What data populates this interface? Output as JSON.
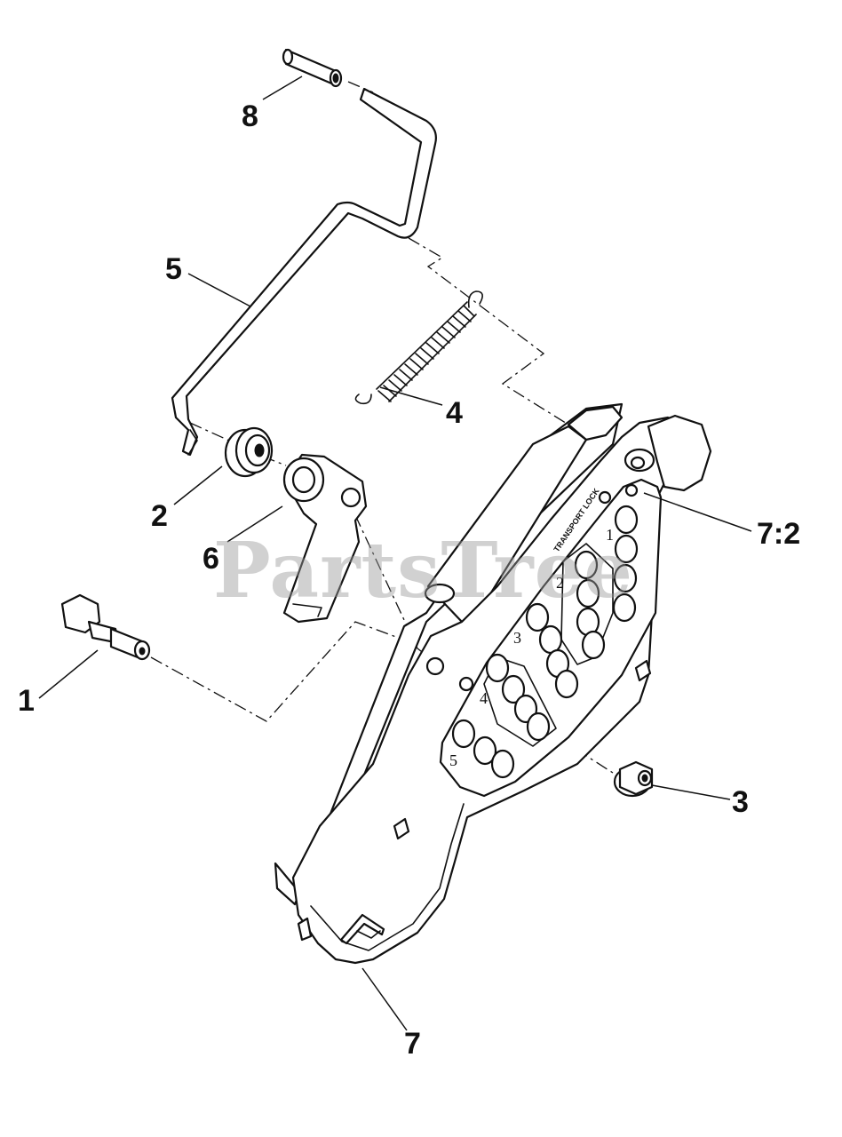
{
  "diagram": {
    "watermark": "PartsTree",
    "plate_text": "TRANSPORT LOCK",
    "plate_numbers": [
      "1",
      "2",
      "3",
      "4",
      "5"
    ],
    "callouts": [
      {
        "id": "1",
        "text": "1"
      },
      {
        "id": "2",
        "text": "2"
      },
      {
        "id": "3",
        "text": "3"
      },
      {
        "id": "4",
        "text": "4"
      },
      {
        "id": "5",
        "text": "5"
      },
      {
        "id": "6",
        "text": "6"
      },
      {
        "id": "7",
        "text": "7"
      },
      {
        "id": "7_2",
        "text": "7:2"
      },
      {
        "id": "8",
        "text": "8"
      }
    ]
  }
}
